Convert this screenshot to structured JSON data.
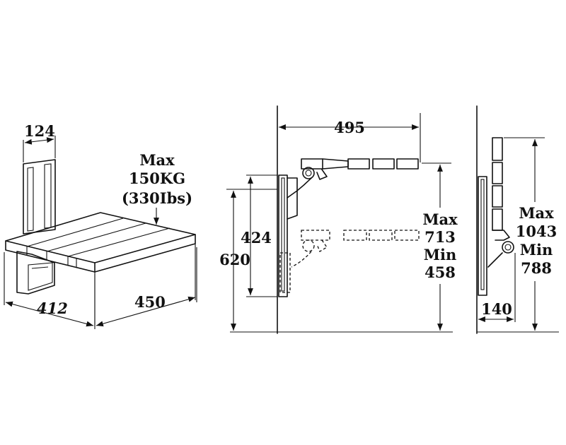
{
  "iso_view": {
    "back_width": "124",
    "load_max": "Max",
    "load_kg": "150KG",
    "load_lbs": "(330Ibs)",
    "depth": "412",
    "width": "450"
  },
  "side_view": {
    "reach": "495",
    "mount_height": "424",
    "total_height": "620",
    "range_max_label": "Max",
    "range_max_value": "713",
    "range_min_label": "Min",
    "range_min_value": "458"
  },
  "folded_view": {
    "range_max_label": "Max",
    "range_max_value": "1043",
    "range_min_label": "Min",
    "range_min_value": "788",
    "folded_depth": "140"
  }
}
